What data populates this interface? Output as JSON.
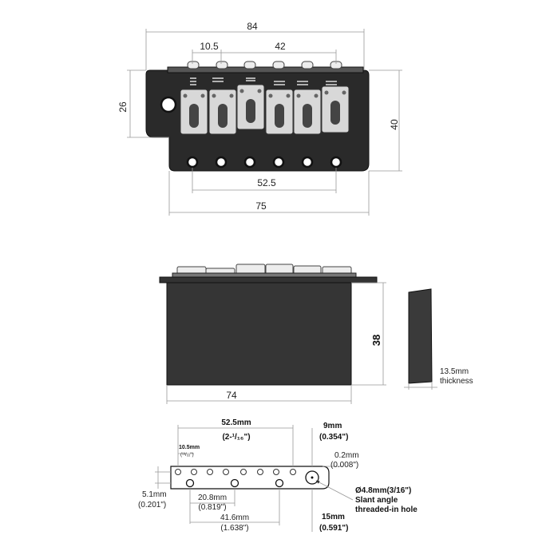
{
  "top_view": {
    "overall_width": "84",
    "string_spacing_small": "10.5",
    "string_spacing_total": "42",
    "height_left": "26",
    "height_right": "40",
    "screw_span": "52.5",
    "plate_width": "75"
  },
  "side_view": {
    "block_height": "38",
    "block_width": "74",
    "thickness_value": "13.5mm",
    "thickness_label": "thickness"
  },
  "plate_view": {
    "spacing_mm": "52.5mm",
    "spacing_in": "(2-¹/₁₆\")",
    "small_spacing_mm": "10.5mm",
    "small_spacing_in": "(¹³/₃₂\")",
    "edge_mm": "9mm",
    "edge_in": "(0.354\")",
    "gap_mm": "0.2mm",
    "gap_in": "(0.008\")",
    "left_offset_mm": "5.1mm",
    "left_offset_in": "(0.201\")",
    "hole_spacing_mm": "20.8mm",
    "hole_spacing_in": "(0.819\")",
    "hole_span_mm": "41.6mm",
    "hole_span_in": "(1.638\")",
    "hole_dia": "Ø4.8mm(3/16\")",
    "hole_note_1": "Slant angle",
    "hole_note_2": "threaded-in hole",
    "depth_mm": "15mm",
    "depth_in": "(0.591\")"
  }
}
